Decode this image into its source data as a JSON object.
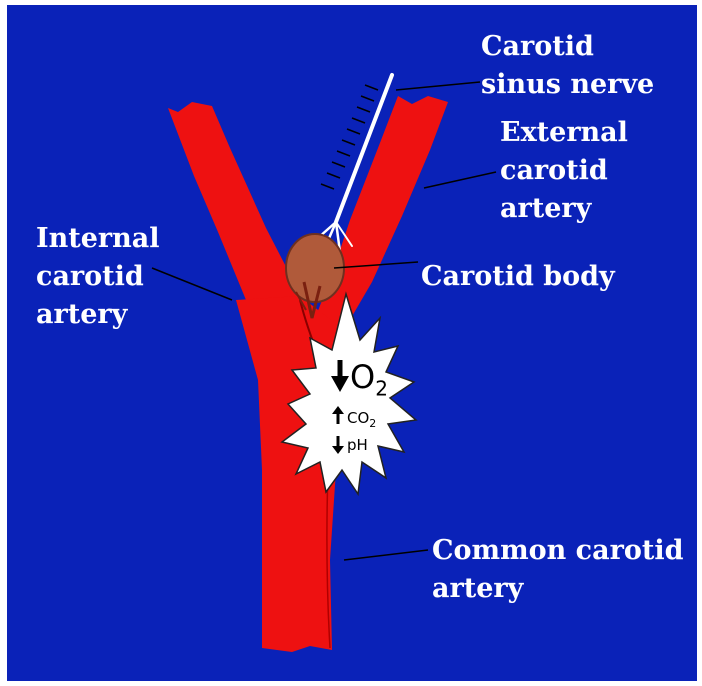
{
  "labels": {
    "carotid_sinus_nerve": [
      "Carotid",
      "sinus nerve"
    ],
    "external_carotid_artery": [
      "External",
      "carotid",
      "artery"
    ],
    "internal_carotid_artery": [
      "Internal",
      "carotid",
      "artery"
    ],
    "carotid_body": "Carotid body",
    "common_carotid_artery": [
      "Common carotid",
      "artery"
    ]
  },
  "stimuli": {
    "o2": "O",
    "o2_sub": "2",
    "co2": "CO",
    "co2_sub": "2",
    "ph": "pH"
  },
  "colors": {
    "background": "#0a22b8",
    "artery": "#ee1111",
    "carotid_body": "#b05a3a",
    "nerve": "#ffffff",
    "label_text": "#ffffff"
  }
}
